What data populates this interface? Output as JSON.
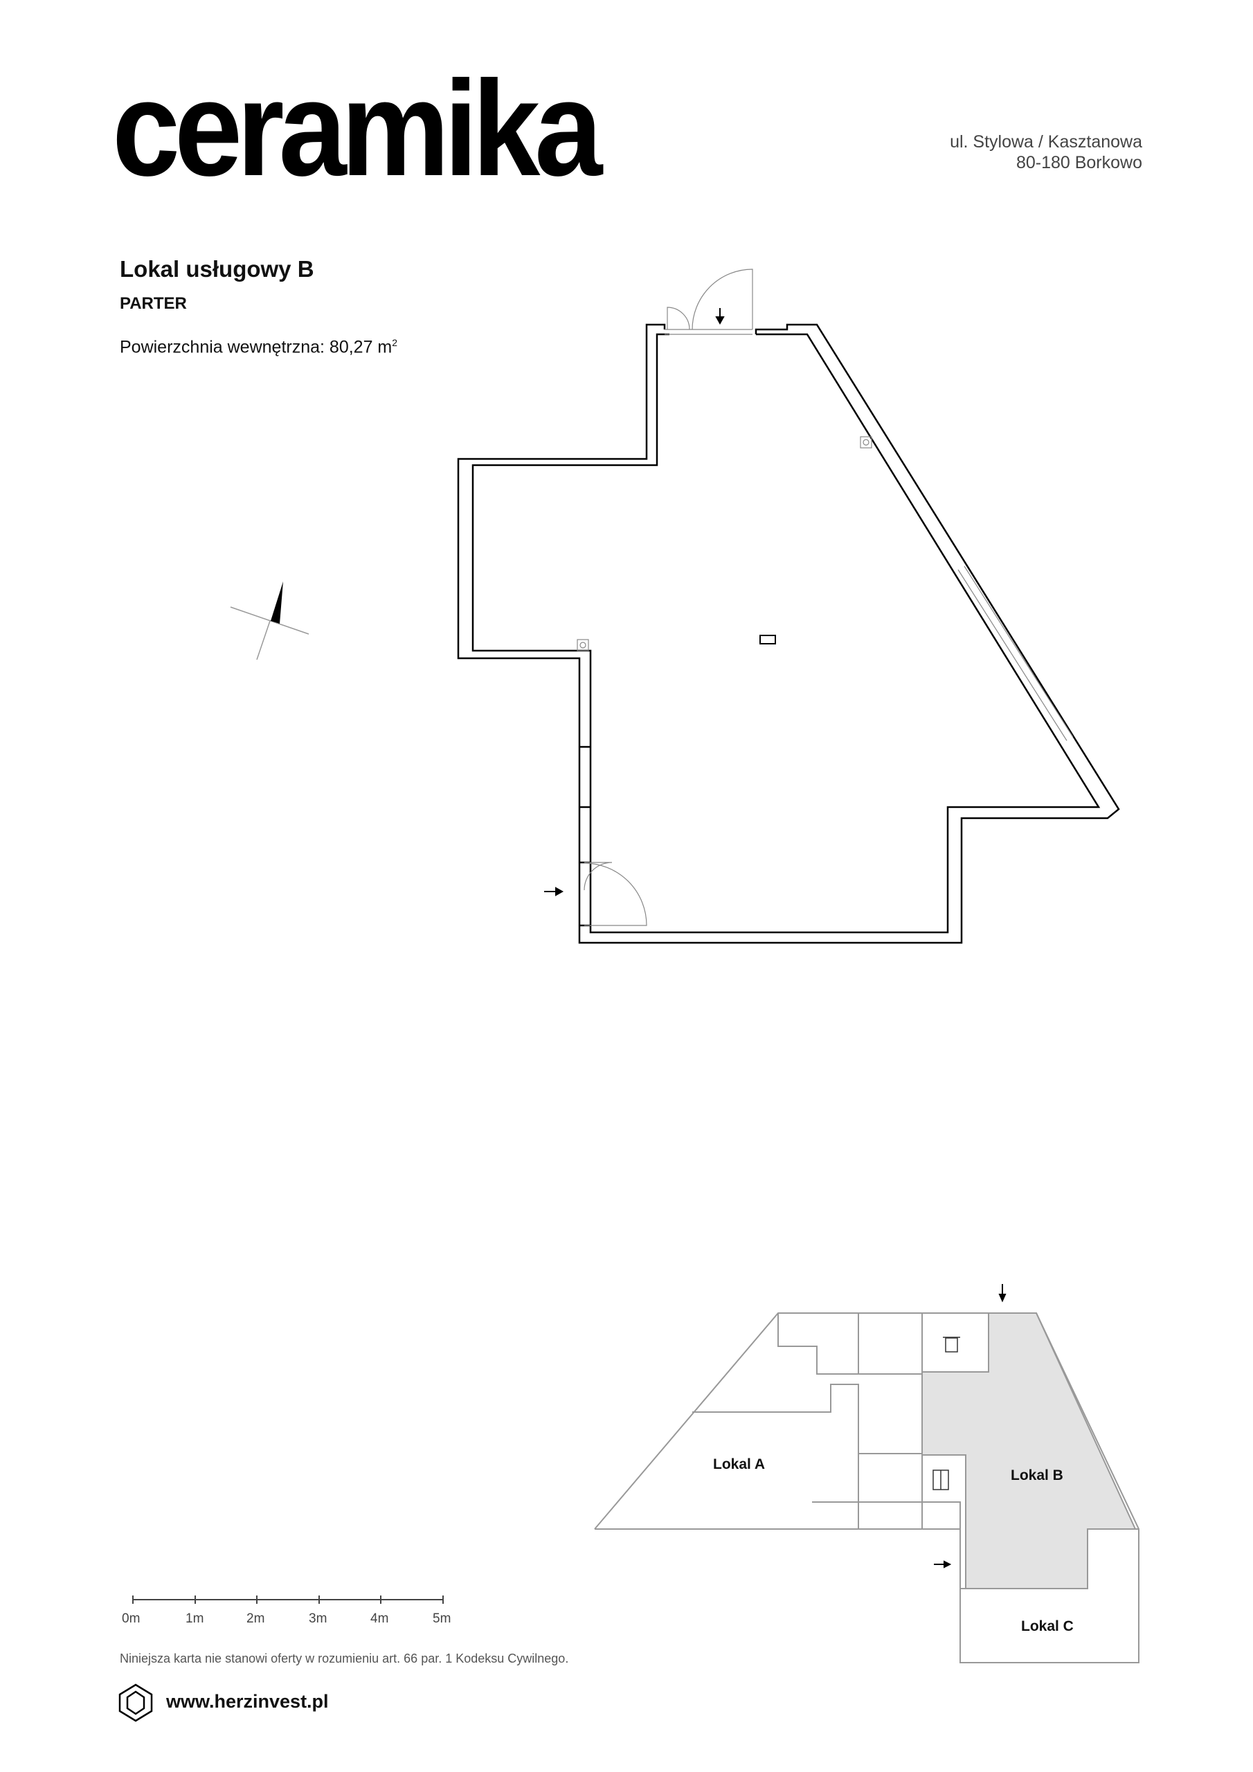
{
  "header": {
    "logo": "ceramika",
    "address_line1": "ul. Stylowa / Kasztanowa",
    "address_line2": "80-180 Borkowo"
  },
  "unit": {
    "title": "Lokal usługowy B",
    "floor": "PARTER",
    "area_label": "Powierzchnia wewnętrzna: 80,27 m",
    "area_unit_sup": "2"
  },
  "scale_bar": {
    "labels": [
      "0m",
      "1m",
      "2m",
      "3m",
      "4m",
      "5m"
    ]
  },
  "key_plan": {
    "labels": [
      "Lokal A",
      "Lokal B",
      "Lokal C"
    ],
    "highlight_color": "#e3e3e3"
  },
  "footer": {
    "disclaimer": "Niniejsza karta nie stanowi oferty w rozumieniu art. 66 par. 1 Kodeksu Cywilnego.",
    "website": "www.herzinvest.pl"
  }
}
